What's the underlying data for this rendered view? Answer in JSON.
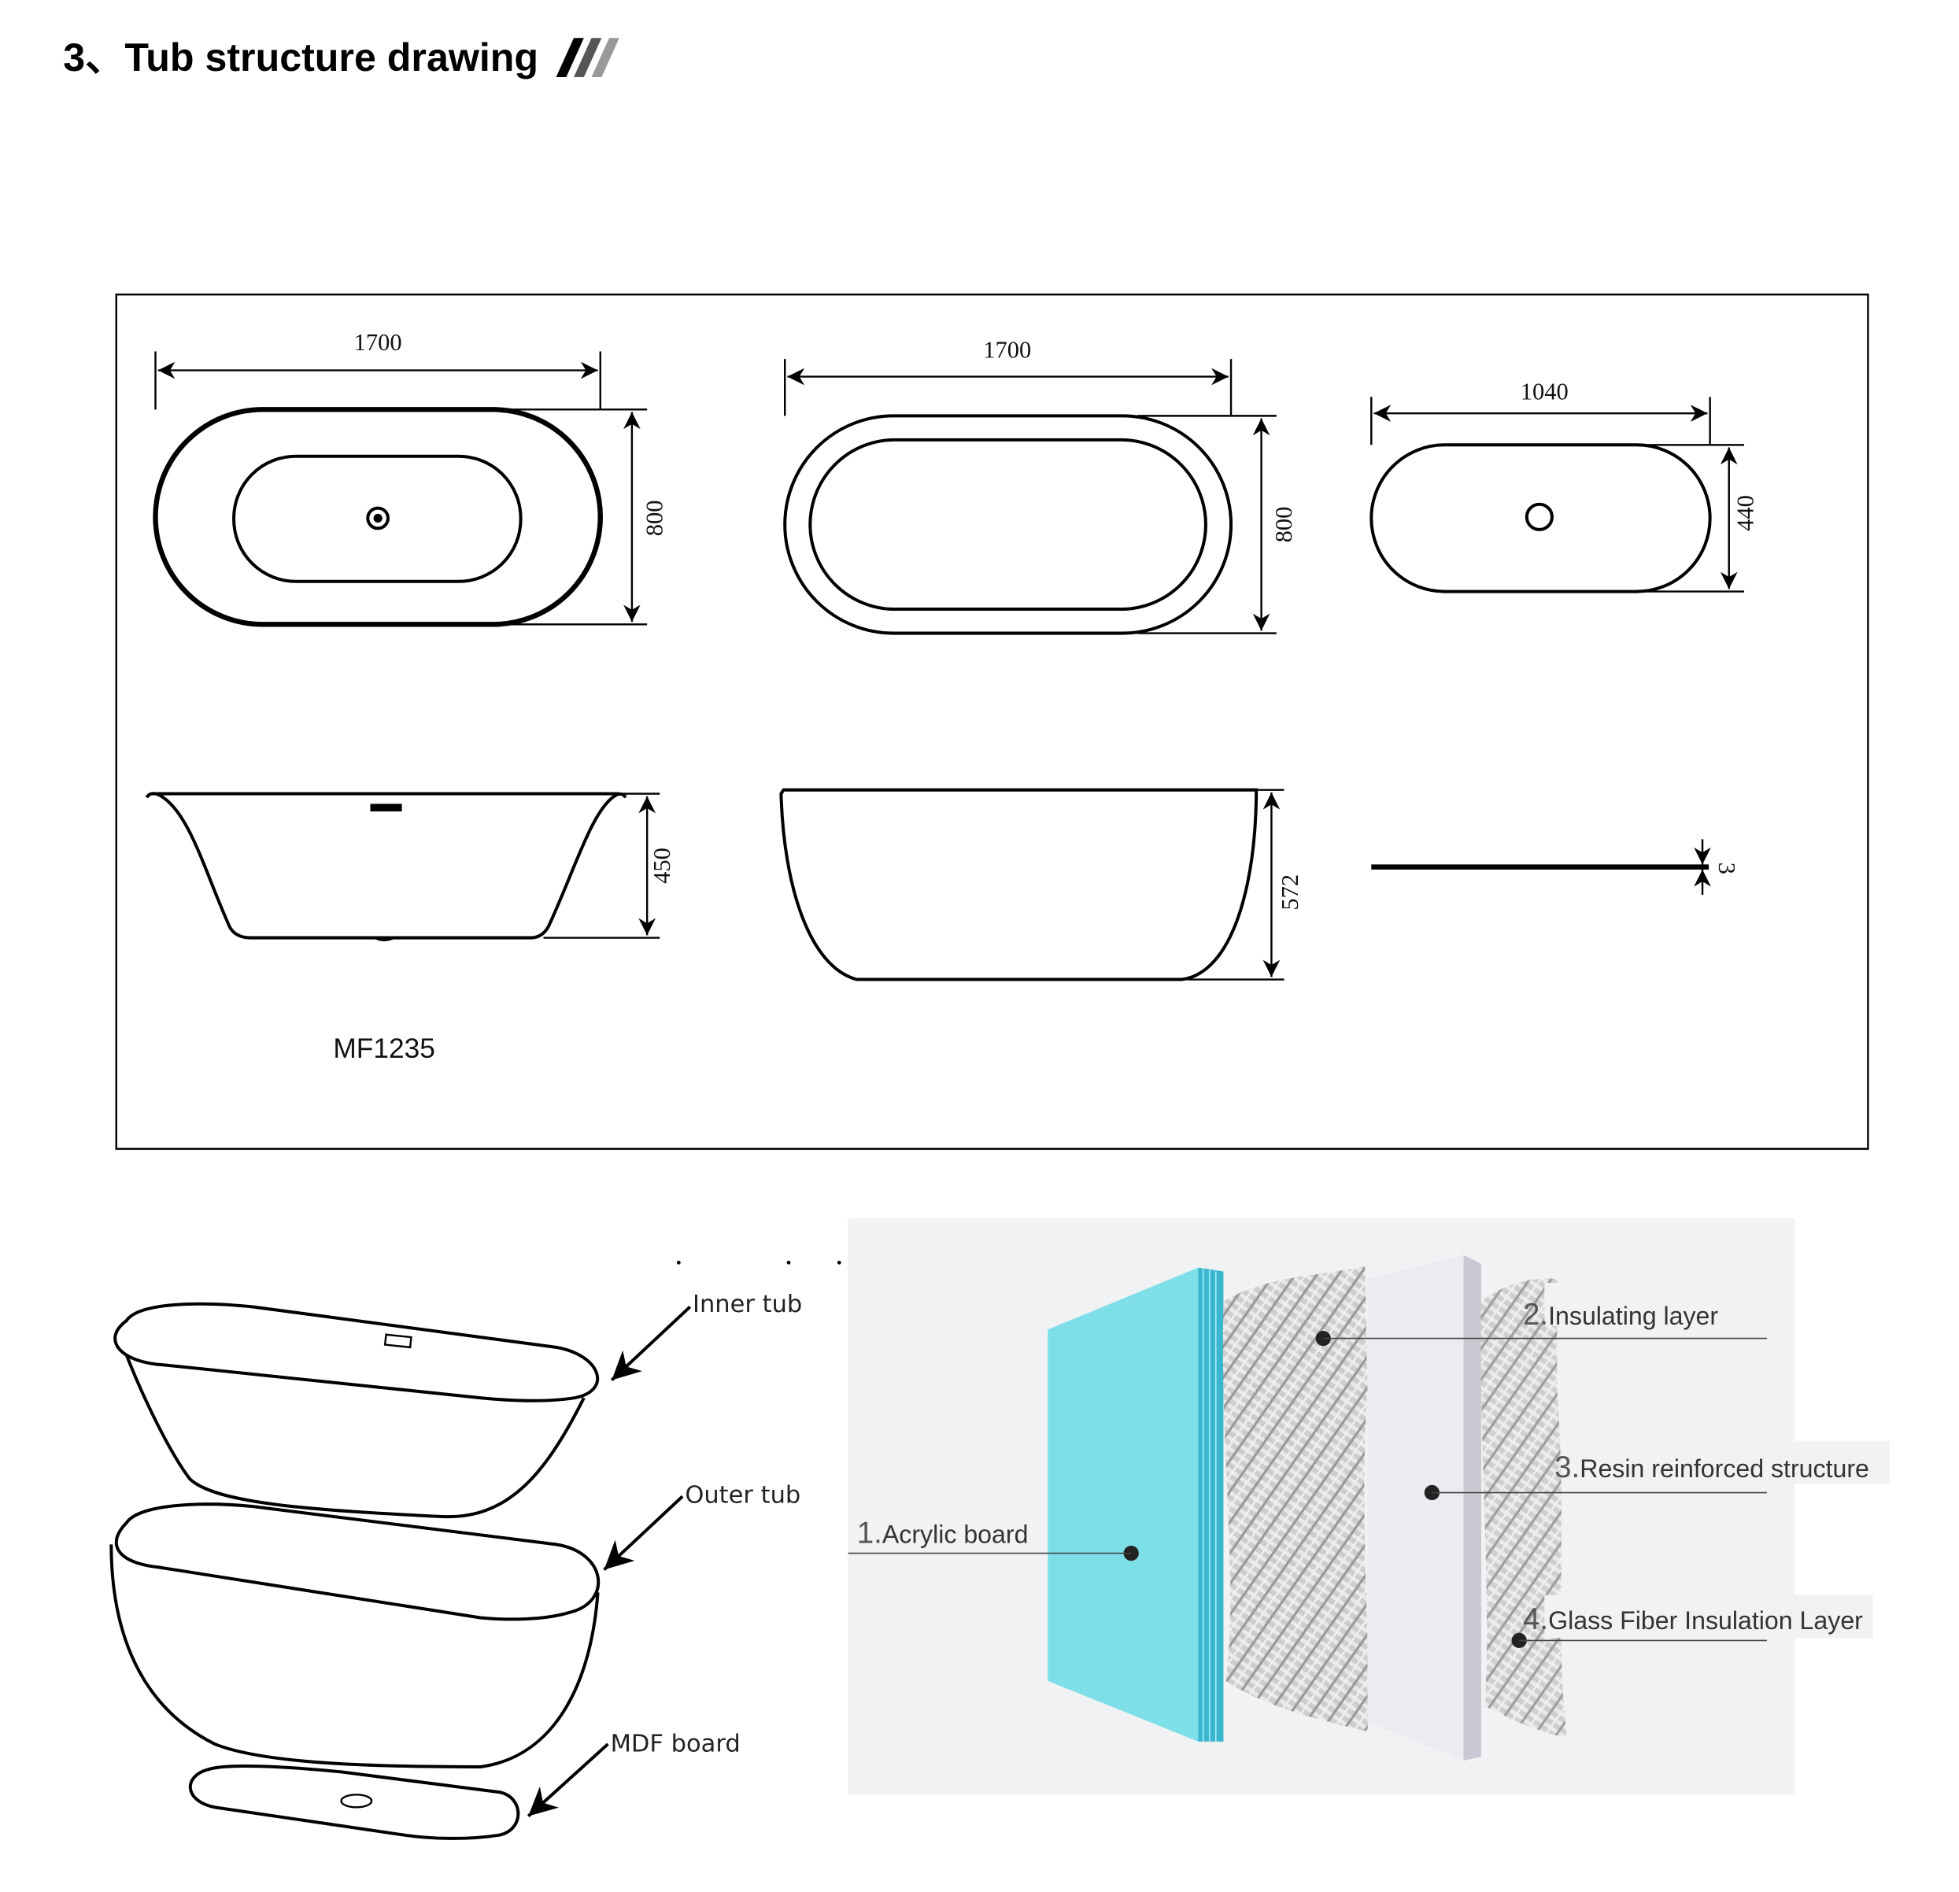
{
  "title": "3、Tub structure drawing",
  "drawing": {
    "top_left": {
      "width": "1700",
      "depth": "800"
    },
    "top_middle": {
      "width": "1700",
      "depth": "800"
    },
    "top_right": {
      "width": "1040",
      "depth": "440"
    },
    "side_left": {
      "height": "450"
    },
    "side_middle": {
      "height": "572"
    },
    "board": {
      "thickness": "3"
    },
    "model": "MF1235"
  },
  "exploded": {
    "inner_tub": "Inner tub",
    "outer_tub": "Outer tub",
    "mdf_board": "MDF board"
  },
  "layers": [
    {
      "num": "1.",
      "label": "Acrylic board"
    },
    {
      "num": "2.",
      "label": "Insulating  layer"
    },
    {
      "num": "3.",
      "label": "Resin reinforced structure"
    },
    {
      "num": "4.",
      "label": "Glass Fiber Insulation Layer"
    }
  ],
  "colors": {
    "acrylic": "#7fdfe9",
    "background_panel": "#f1f2f3"
  }
}
